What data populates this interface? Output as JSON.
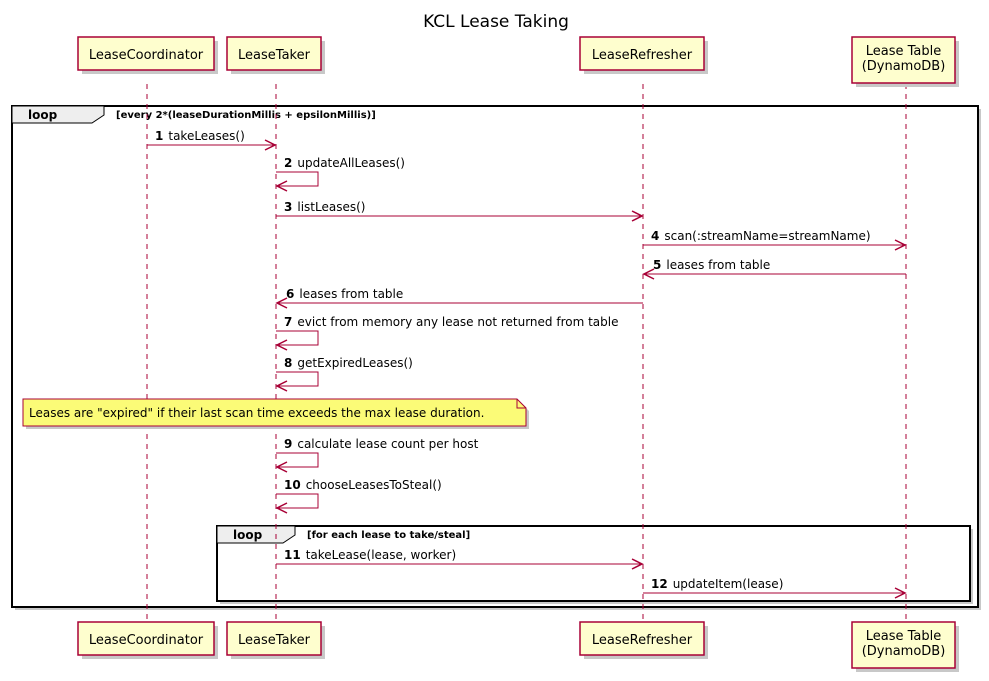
{
  "title": "KCL Lease Taking",
  "colors": {
    "participant_fill": "#FEFECE",
    "participant_border": "#A80036",
    "arrow": "#A80036",
    "lifeline": "#A80036",
    "note_fill": "#FBFB77",
    "shadow": "#c8c8c8"
  },
  "participants": [
    {
      "id": "coord",
      "lines": [
        "LeaseCoordinator"
      ]
    },
    {
      "id": "taker",
      "lines": [
        "LeaseTaker"
      ]
    },
    {
      "id": "refresher",
      "lines": [
        "LeaseRefresher"
      ]
    },
    {
      "id": "table",
      "lines": [
        "Lease Table",
        "(DynamoDB)"
      ]
    }
  ],
  "loops": [
    {
      "keyword": "loop",
      "condition": "[every 2*(leaseDurationMillis + epsilonMillis)]"
    },
    {
      "keyword": "loop",
      "condition": "[for each lease to take/steal]"
    }
  ],
  "messages": [
    {
      "num": "1",
      "text": "takeLeases()",
      "from": "coord",
      "to": "taker"
    },
    {
      "num": "2",
      "text": "updateAllLeases()",
      "from": "taker",
      "to": "taker"
    },
    {
      "num": "3",
      "text": "listLeases()",
      "from": "taker",
      "to": "refresher"
    },
    {
      "num": "4",
      "text": "scan(:streamName=streamName)",
      "from": "refresher",
      "to": "table"
    },
    {
      "num": "5",
      "text": "leases from table",
      "from": "table",
      "to": "refresher"
    },
    {
      "num": "6",
      "text": "leases from table",
      "from": "refresher",
      "to": "taker"
    },
    {
      "num": "7",
      "text": "evict from memory any lease not returned from table",
      "from": "taker",
      "to": "taker"
    },
    {
      "num": "8",
      "text": "getExpiredLeases()",
      "from": "taker",
      "to": "taker"
    },
    {
      "num": "9",
      "text": "calculate lease count per host",
      "from": "taker",
      "to": "taker"
    },
    {
      "num": "10",
      "text": "chooseLeasesToSteal()",
      "from": "taker",
      "to": "taker"
    },
    {
      "num": "11",
      "text": "takeLease(lease, worker)",
      "from": "taker",
      "to": "refresher"
    },
    {
      "num": "12",
      "text": "updateItem(lease)",
      "from": "refresher",
      "to": "table"
    }
  ],
  "note": {
    "text": "Leases are \"expired\" if their last scan time exceeds the max lease duration."
  }
}
